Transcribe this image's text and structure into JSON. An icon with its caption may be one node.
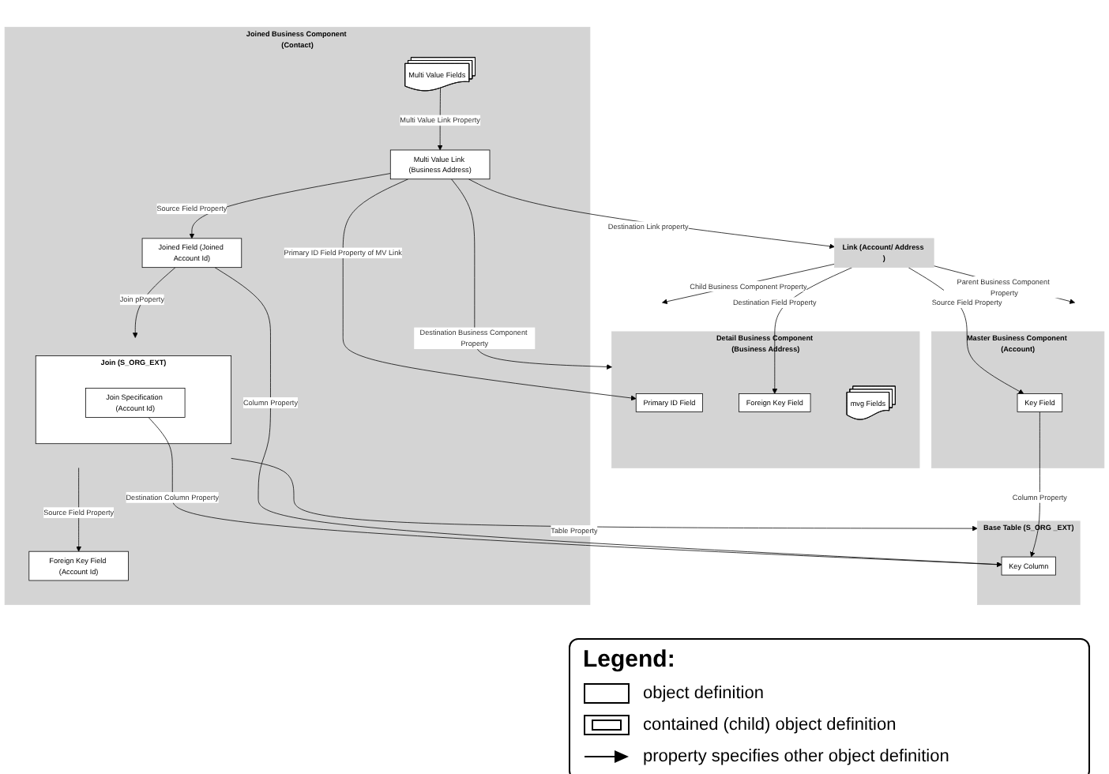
{
  "diagram": {
    "nodes": [
      {
        "text": [
          "Joined Business Component (Contact)"
        ]
      },
      {
        "text": [
          "Multi Value Fields"
        ],
        "in": 0
      },
      {
        "text": [
          "Multi Value Link (Business Address)"
        ],
        "in": 0
      },
      {
        "text": [
          "Joined Field (Joined Account Id)"
        ],
        "in": 0
      },
      {
        "text": [
          "Join (S_ORG_EXT)"
        ],
        "in": 0
      },
      {
        "text": [
          "Join Specification (Account Id)"
        ],
        "in": 4
      },
      {
        "text": [
          "Foreign Key Field (Account Id)"
        ],
        "in": 0
      },
      {
        "text": [
          "Detail Business Component (Business Address)"
        ]
      },
      {
        "text": [
          "mvg Fields"
        ],
        "in": 7
      },
      {
        "text": [
          "Primary ID Field"
        ],
        "in": 7
      },
      {
        "text": [
          "Foreign Key Field"
        ],
        "in": 7
      },
      {
        "text": [
          "Master Business Component (Account)"
        ]
      },
      {
        "text": [
          "Key Field"
        ],
        "in": 11
      },
      {
        "text": [
          "Link (Account/ Address )"
        ]
      },
      {
        "text": [
          "Base Table (S_ORG _EXT)"
        ]
      },
      {
        "text": [
          "Key Column"
        ],
        "in": 14
      }
    ],
    "edges": [
      {
        "from": 1,
        "to": 2,
        "arrow": "to",
        "label": "Multi Value Link Property"
      },
      {
        "from": 2,
        "to": 3,
        "arrow": "to",
        "label": "Source Field Property"
      },
      {
        "from": 3,
        "to": 4,
        "arrow": "to",
        "label": "Join pPoperty"
      },
      {
        "from": 4,
        "to": 6,
        "arrow": "to",
        "label": "Source Field Property"
      },
      {
        "from": 2,
        "to": 7,
        "arrow": "to",
        "label": "Destination Business Component Property"
      },
      {
        "from": 2,
        "to": 9,
        "arrow": "to",
        "label": "Primary ID Field Property of MV Link"
      },
      {
        "from": 2,
        "to": 13,
        "arrow": "to",
        "label": "Destination Link property"
      },
      {
        "from": 13,
        "to": 11,
        "arrow": "to",
        "label": "Parent Business Component Property"
      },
      {
        "from": 13,
        "to": 12,
        "arrow": "to",
        "label": "Source Field Property"
      },
      {
        "from": 13,
        "to": 7,
        "arrow": "to",
        "label": "Child Business Component Property"
      },
      {
        "from": 13,
        "to": 10,
        "arrow": "to",
        "label": "Destination Field Property"
      },
      {
        "from": 4,
        "to": 14,
        "arrow": "to",
        "label": "Table Property"
      },
      {
        "from": 5,
        "to": 15,
        "arrow": "to",
        "label": "Destination Column Property"
      },
      {
        "from": 12,
        "to": 15,
        "arrow": "to",
        "label": "Column Property"
      },
      {
        "from": 3,
        "to": 15,
        "arrow": "to",
        "label": "Column Property"
      }
    ],
    "labels": [
      "Legend:"
    ],
    "legend": [
      {
        "text": "object definition"
      },
      {
        "text": "contained (child) object definition"
      },
      {
        "text": "property specifies other object definition"
      }
    ]
  }
}
